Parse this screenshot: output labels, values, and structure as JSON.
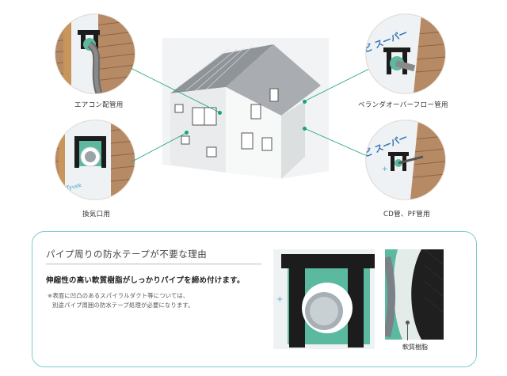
{
  "callouts": [
    {
      "label": "エアコン配管用"
    },
    {
      "label": "換気口用"
    },
    {
      "label": "ベランダオーバーフロー管用"
    },
    {
      "label": "CD管、PF管用"
    }
  ],
  "panel": {
    "title": "パイプ周りの防水テープが不要な理由",
    "lead": "伸縮性の高い軟質樹脂がしっかりパイプを締め付けます。",
    "note_line1": "※表面に凹凸のあるスパイラルダクト等については、",
    "note_line2": "別途パイプ周囲の防水テープ処理が必要になります。",
    "resin_label": "軟質樹脂"
  },
  "colors": {
    "accent": "#1aa37a",
    "panel_border": "#7fcbd0",
    "tape": "#1c1c1c",
    "mint": "#5bb9a0"
  }
}
